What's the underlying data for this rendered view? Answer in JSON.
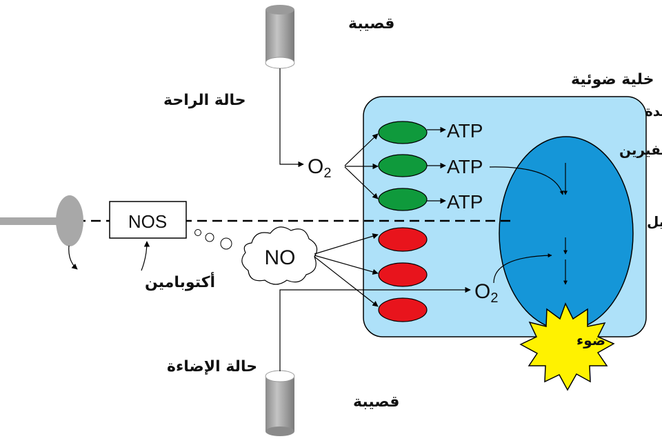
{
  "labels": {
    "tracheole_top": "قصيبة",
    "tracheole_bottom": "قصيبة",
    "photocyte": "خلية ضوئية",
    "rest_state": "حالة الراحة",
    "light_state": "حالة الإضاءة",
    "peroxisomes": "جسيمات فوق مؤكسدة",
    "luciferin": "لوسيفيرين",
    "luciferyl_adenylate": "أدينيلات اللوسيفيريل",
    "light": "ضوء",
    "octopamine": "أكتوبامين",
    "nos": "NOS",
    "no": "NO",
    "o2_base": "O",
    "o2_sub": "2",
    "atp_1": "ATP",
    "atp_2": "ATP",
    "atp_3": "ATP"
  },
  "colors": {
    "cell_fill": "#aee1f9",
    "peroxisome_fill": "#1596d8",
    "mito_active": "#0f9a3c",
    "mito_inhibited": "#e8141c",
    "light_fill": "#fff200",
    "tube_fill": "#9e9e9e"
  }
}
